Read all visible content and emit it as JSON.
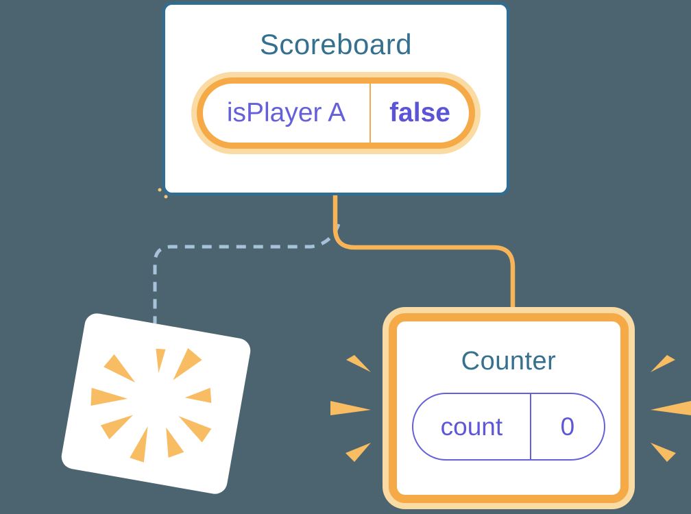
{
  "background_color": "#4C6470",
  "scoreboard": {
    "title": "Scoreboard",
    "state": {
      "key": "isPlayer A",
      "value": "false"
    }
  },
  "counter": {
    "title": "Counter",
    "state": {
      "key": "count",
      "value": "0"
    }
  },
  "connections": {
    "kept_branch_style": "solid orange curve to Counter",
    "removed_branch_style": "dashed blue curve to destroyed card"
  },
  "icons": {
    "sparkle": "four-point-star-sparkles",
    "burst": "radial-burst-rays",
    "emphasis": "triangular-emphasis-sparks"
  },
  "colors": {
    "background": "#4C6470",
    "card_border_blue": "#2E6E96",
    "title_teal": "#35708E",
    "state_purple": "#6560DA",
    "state_value_purple": "#5B55D6",
    "orange_ring": "#F5A947",
    "orange_glow": "#FBDBA4",
    "connector_orange": "#F7B459",
    "dashed_blue": "#A5C2D8",
    "burst_orange": "#F8BC63",
    "card_white": "#FFFFFF"
  }
}
